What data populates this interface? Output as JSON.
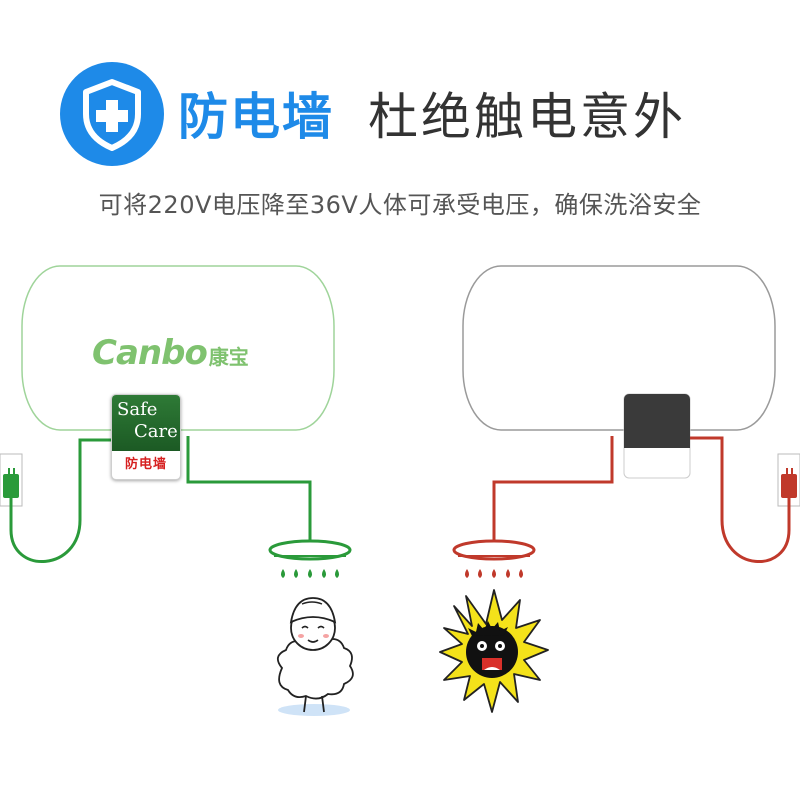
{
  "header": {
    "brand_title": "防电墙",
    "slogan": "杜绝触电意外",
    "subtitle": "可将220V电压降至36V人体可承受电压，确保洗浴安全",
    "badge_icon": "shield-plus-icon"
  },
  "left_heater": {
    "brand_latin": "Canbo",
    "brand_cn": "康宝",
    "label_line1": "Safe",
    "label_line2": "Care",
    "label_cn": "防电墙",
    "status_color": "#2a9a3a"
  },
  "right_heater": {
    "status_color": "#c0392b"
  },
  "colors": {
    "accent_blue": "#1e8ae8",
    "safe_green": "#2a9a3a",
    "danger_red": "#c0392b",
    "shock_yellow": "#f4e21a"
  },
  "icons": {
    "left_person": "happy-bather-icon",
    "right_person": "electrocuted-person-icon",
    "plug": "wall-plug-icon",
    "shower": "shower-head-icon"
  }
}
